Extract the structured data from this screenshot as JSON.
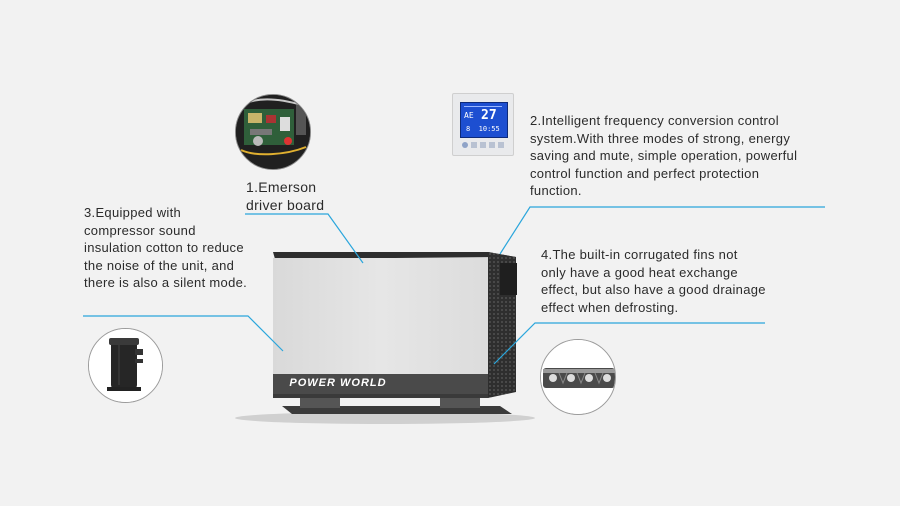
{
  "features": [
    {
      "id": "emerson",
      "lines": [
        "1.Emerson",
        "driver board"
      ]
    },
    {
      "id": "control",
      "lines": [
        "2.Intelligent frequency conversion control",
        "system.With three modes of strong, energy",
        "saving and mute, simple operation, powerful",
        "control function and perfect protection",
        "function."
      ]
    },
    {
      "id": "compressor",
      "lines": [
        "3.Equipped with",
        "compressor sound",
        "insulation cotton to reduce",
        "the noise of the unit, and",
        "there is also a silent mode."
      ]
    },
    {
      "id": "fins",
      "lines": [
        "4.The built-in corrugated fins not",
        "only have a good heat exchange",
        "effect, but also have a good drainage",
        "effect when defrosting."
      ]
    }
  ],
  "unit": {
    "brand": "POWER WORLD"
  },
  "controller_display": {
    "mode": "AE",
    "temp": "27",
    "clock": "8  10:55"
  },
  "colors": {
    "accent": "#2ba6dc",
    "background": "#f2f2f2",
    "panel": "#e4e4e4",
    "band": "#4a4a4a"
  },
  "icons": [
    "circuit-board-icon",
    "controller-panel-icon",
    "compressor-icon",
    "fins-icon"
  ]
}
